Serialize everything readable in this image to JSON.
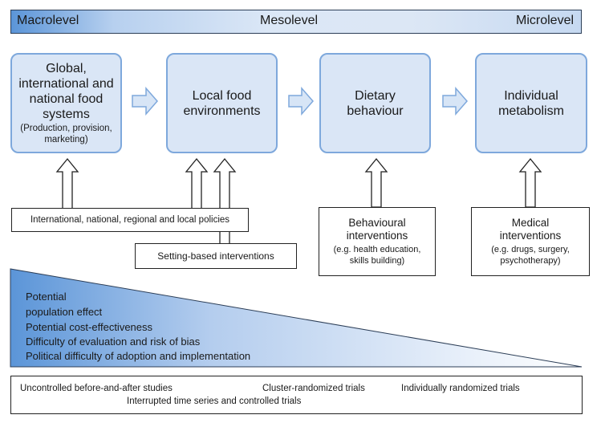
{
  "top_bar": {
    "left": "Macrolevel",
    "center": "Mesolevel",
    "right": "Microlevel"
  },
  "stages": [
    {
      "title": "Global, international and national food systems",
      "subtitle": "(Production, provision, marketing)"
    },
    {
      "title": "Local food environments",
      "subtitle": ""
    },
    {
      "title": "Dietary behaviour",
      "subtitle": ""
    },
    {
      "title": "Individual metabolism",
      "subtitle": ""
    }
  ],
  "interventions": {
    "policies": "International, national, regional and local policies",
    "setting": "Setting-based interventions",
    "behavioural": {
      "title": "Behavioural interventions",
      "examples": "(e.g. health education, skills building)"
    },
    "medical": {
      "title": "Medical interventions",
      "examples": "(e.g. drugs, surgery, psychotherapy)"
    }
  },
  "gradient_labels": [
    "Potential",
    "population effect",
    "Potential cost-effectiveness",
    "Difficulty of evaluation and risk of bias",
    "Political difficulty of adoption and implementation"
  ],
  "study_designs": {
    "uncontrolled": "Uncontrolled before-and-after studies",
    "cluster": "Cluster-randomized trials",
    "individual": "Individually randomized trials",
    "interrupted": "Interrupted time series and controlled trials"
  },
  "colors": {
    "box_fill": "#dae6f6",
    "box_border": "#7ea8dc",
    "gradient_dark": "#5b95d8"
  }
}
